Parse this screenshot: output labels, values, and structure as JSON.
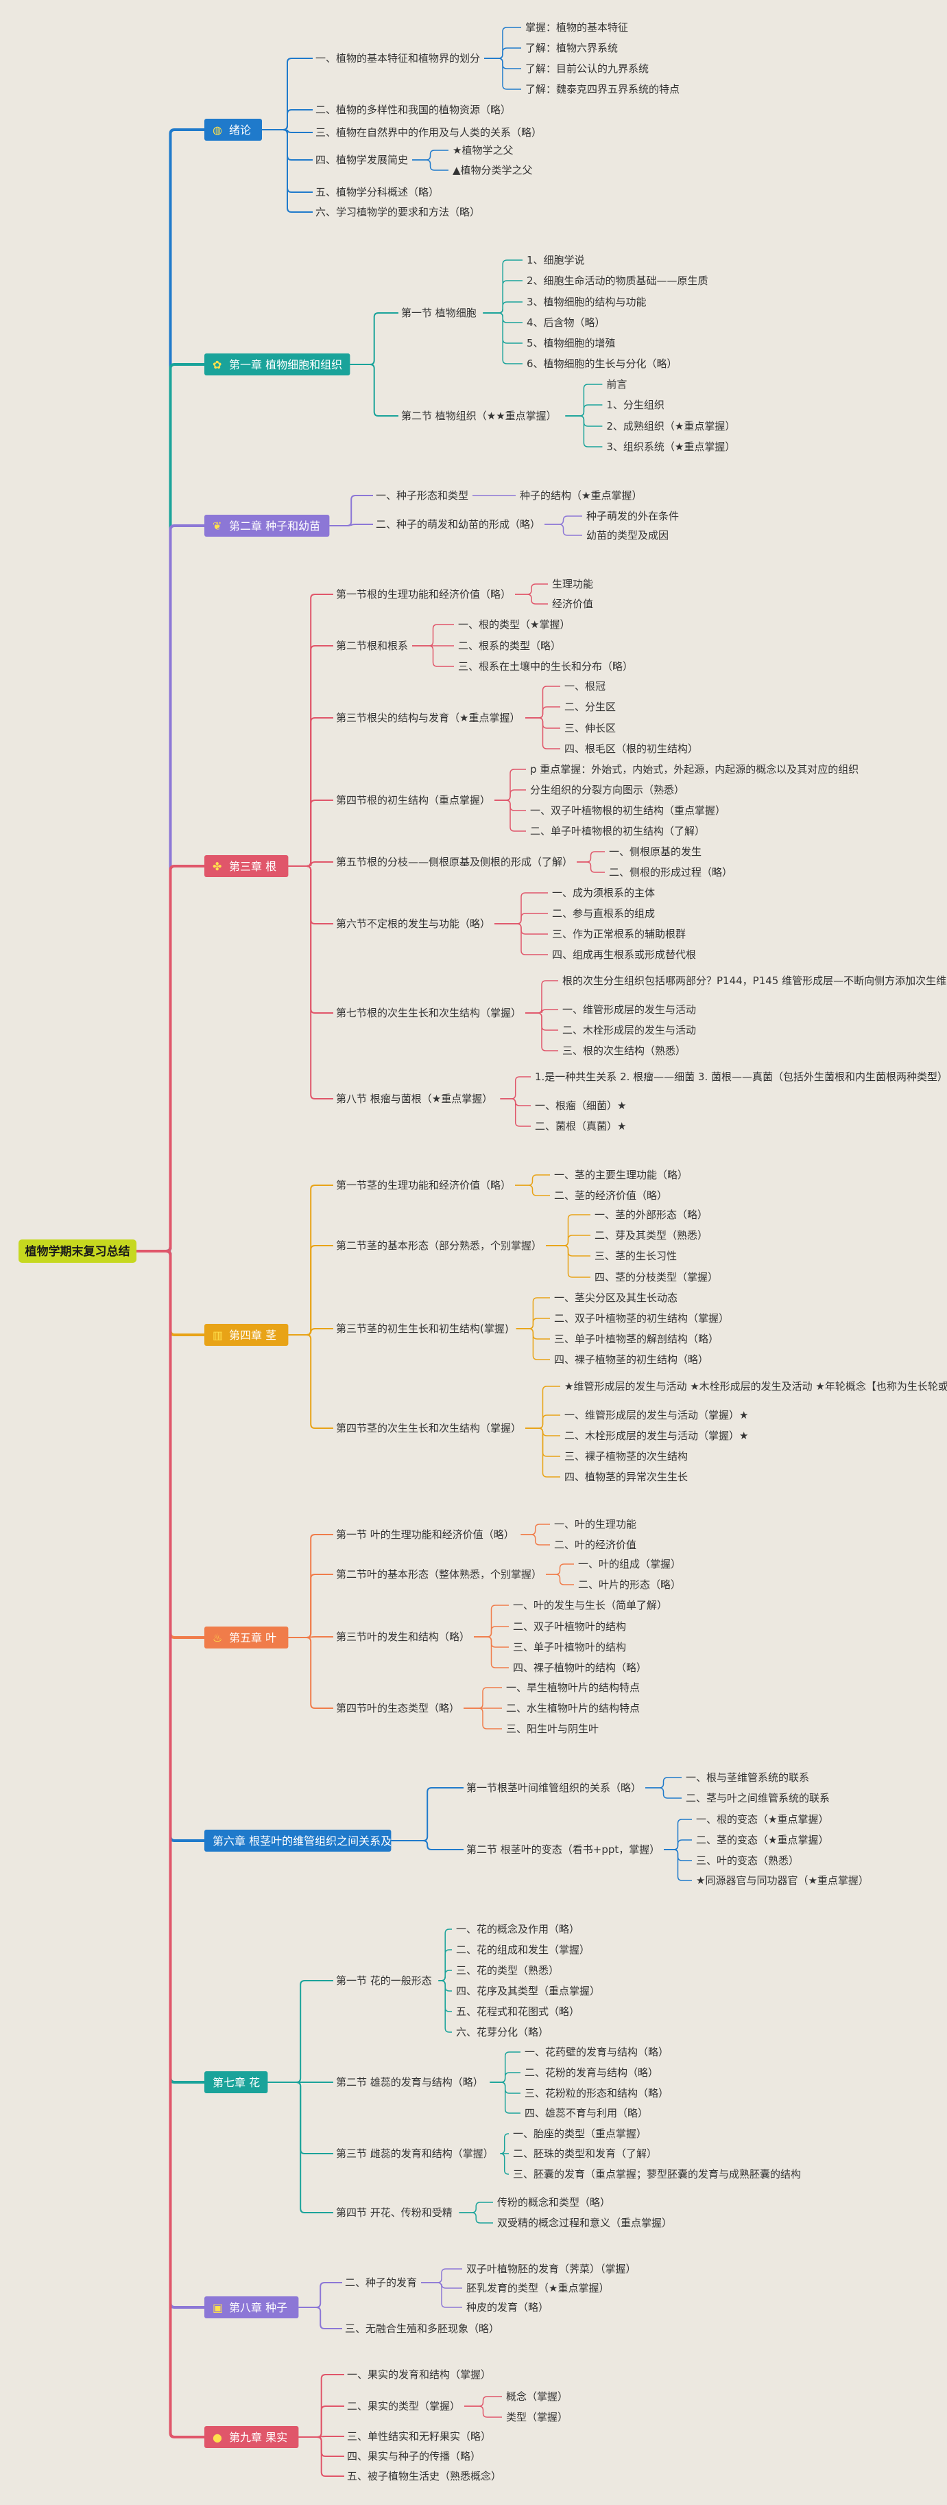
{
  "root": {
    "label": "植物学期末复习总结"
  },
  "chapters": [
    {
      "label": "绪论",
      "color": "#1F7ACB",
      "icon": "globe-icon",
      "children": [
        {
          "label": "一、植物的基本特征和植物界的划分",
          "children": [
            {
              "label": "掌握：植物的基本特征"
            },
            {
              "label": "了解：植物六界系统"
            },
            {
              "label": "了解：目前公认的九界系统"
            },
            {
              "label": "了解：魏泰克四界五界系统的特点"
            }
          ]
        },
        {
          "label": "二、植物的多样性和我国的植物资源（略）"
        },
        {
          "label": "三、植物在自然界中的作用及与人类的关系（略）"
        },
        {
          "label": "四、植物学发展简史",
          "children": [
            {
              "label": "★植物学之父"
            },
            {
              "label": "▲植物分类学之父"
            }
          ]
        },
        {
          "label": "五、植物学分科概述（略）"
        },
        {
          "label": "六、学习植物学的要求和方法（略）"
        }
      ]
    },
    {
      "label": "第一章 植物细胞和组织",
      "color": "#1AA39A",
      "icon": "flower-icon",
      "children": [
        {
          "label": "第一节 植物细胞",
          "children": [
            {
              "label": "1、细胞学说"
            },
            {
              "label": "2、细胞生命活动的物质基础——原生质"
            },
            {
              "label": "3、植物细胞的结构与功能"
            },
            {
              "label": "4、后含物（略）"
            },
            {
              "label": "5、植物细胞的增殖"
            },
            {
              "label": "6、植物细胞的生长与分化（略）"
            }
          ]
        },
        {
          "label": "第二节 植物组织（★★重点掌握）",
          "children": [
            {
              "label": "前言"
            },
            {
              "label": "1、分生组织"
            },
            {
              "label": "2、成熟组织（★重点掌握）"
            },
            {
              "label": "3、组织系统（★重点掌握）"
            }
          ]
        }
      ]
    },
    {
      "label": "第二章 种子和幼苗",
      "color": "#8C77D6",
      "icon": "sprout-icon",
      "children": [
        {
          "label": "一、种子形态和类型",
          "children": [
            {
              "label": "种子的结构（★重点掌握）"
            }
          ]
        },
        {
          "label": "二、种子的萌发和幼苗的形成（略）",
          "children": [
            {
              "label": "种子萌发的外在条件"
            },
            {
              "label": "幼苗的类型及成因"
            }
          ]
        }
      ]
    },
    {
      "label": "第三章 根",
      "color": "#E0566A",
      "icon": "root-icon",
      "children": [
        {
          "label": "第一节根的生理功能和经济价值（略）",
          "children": [
            {
              "label": "生理功能"
            },
            {
              "label": "经济价值"
            }
          ]
        },
        {
          "label": "第二节根和根系",
          "children": [
            {
              "label": "一、根的类型（★掌握）"
            },
            {
              "label": "二、根系的类型（略）"
            },
            {
              "label": "三、根系在土壤中的生长和分布（略）"
            }
          ]
        },
        {
          "label": "第三节根尖的结构与发育（★重点掌握）",
          "children": [
            {
              "label": "一、根冠"
            },
            {
              "label": "二、分生区"
            },
            {
              "label": "三、伸长区"
            },
            {
              "label": "四、根毛区（根的初生结构）"
            }
          ]
        },
        {
          "label": "第四节根的初生结构（重点掌握）",
          "children": [
            {
              "label": "p 重点掌握：外始式，内始式，外起源，内起源的概念以及其对应的组织"
            },
            {
              "label": "分生组织的分裂方向图示（熟悉）"
            },
            {
              "label": "一、双子叶植物根的初生结构（重点掌握）"
            },
            {
              "label": "二、单子叶植物根的初生结构（了解）"
            }
          ]
        },
        {
          "label": "第五节根的分枝——侧根原基及侧根的形成（了解）",
          "children": [
            {
              "label": "一、侧根原基的发生"
            },
            {
              "label": "二、侧根的形成过程（略）"
            }
          ]
        },
        {
          "label": "第六节不定根的发生与功能（略）",
          "children": [
            {
              "label": "一、成为须根系的主体"
            },
            {
              "label": "二、参与直根系的组成"
            },
            {
              "label": "三、作为正常根系的辅助根群"
            },
            {
              "label": "四、组成再生根系或形成替代根"
            }
          ]
        },
        {
          "label": "第七节根的次生生长和次生结构（掌握）",
          "children": [
            {
              "label": "根的次生分生组织包括哪两部分？P144，P145 维管形成层—不断向侧方添加次生维管组织 木栓形成"
            },
            {
              "label": "一、维管形成层的发生与活动"
            },
            {
              "label": "二、木栓形成层的发生与活动"
            },
            {
              "label": "三、根的次生结构（熟悉）"
            }
          ]
        },
        {
          "label": "第八节 根瘤与菌根（★重点掌握）",
          "children": [
            {
              "label": "1.是一种共生关系 2. 根瘤——细菌 3. 菌根——真菌（包括外生菌根和内生菌根两种类型）"
            },
            {
              "label": "一、根瘤（细菌）★"
            },
            {
              "label": "二、菌根（真菌）★"
            }
          ]
        }
      ]
    },
    {
      "label": "第四章 茎",
      "color": "#E8A317",
      "icon": "stem-icon",
      "children": [
        {
          "label": "第一节茎的生理功能和经济价值（略）",
          "children": [
            {
              "label": "一、茎的主要生理功能（略）"
            },
            {
              "label": "二、茎的经济价值（略）"
            }
          ]
        },
        {
          "label": "第二节茎的基本形态（部分熟悉，个别掌握）",
          "children": [
            {
              "label": "一、茎的外部形态（略）"
            },
            {
              "label": "二、芽及其类型（熟悉）"
            },
            {
              "label": "三、茎的生长习性"
            },
            {
              "label": "四、茎的分枝类型（掌握）"
            }
          ]
        },
        {
          "label": "第三节茎的初生生长和初生结构(掌握)",
          "children": [
            {
              "label": "一、茎尖分区及其生长动态"
            },
            {
              "label": "二、双子叶植物茎的初生结构（掌握）"
            },
            {
              "label": "三、单子叶植物茎的解剖结构（略）"
            },
            {
              "label": "四、裸子植物茎的初生结构（略）"
            }
          ]
        },
        {
          "label": "第四节茎的次生生长和次生结构（掌握）",
          "children": [
            {
              "label": "★维管形成层的发生与活动 ★木栓形成层的发生及活动 ★年轮概念【也称为生长轮或生产层，在生长季节内，"
            },
            {
              "label": "一、维管形成层的发生与活动（掌握）★"
            },
            {
              "label": "二、木栓形成层的发生与活动（掌握）★"
            },
            {
              "label": "三、裸子植物茎的次生结构"
            },
            {
              "label": "四、植物茎的异常次生生长"
            }
          ]
        }
      ]
    },
    {
      "label": "第五章 叶",
      "color": "#F07C4A",
      "icon": "fire-icon",
      "children": [
        {
          "label": "第一节 叶的生理功能和经济价值（略）",
          "children": [
            {
              "label": "一、叶的生理功能"
            },
            {
              "label": "二、叶的经济价值"
            }
          ]
        },
        {
          "label": "第二节叶的基本形态（整体熟悉，个别掌握）",
          "children": [
            {
              "label": "一、叶的组成（掌握）"
            },
            {
              "label": "二、叶片的形态（略）"
            }
          ]
        },
        {
          "label": "第三节叶的发生和结构（略）",
          "children": [
            {
              "label": "一、叶的发生与生长（简单了解）"
            },
            {
              "label": "二、双子叶植物叶的结构"
            },
            {
              "label": "三、单子叶植物叶的结构"
            },
            {
              "label": "四、裸子植物叶的结构（略）"
            }
          ]
        },
        {
          "label": "第四节叶的生态类型（略）",
          "children": [
            {
              "label": "一、旱生植物叶片的结构特点"
            },
            {
              "label": "二、水生植物叶片的结构特点"
            },
            {
              "label": "三、阳生叶与阴生叶"
            }
          ]
        }
      ]
    },
    {
      "label": "第六章 根茎叶的维管组织之间关系及",
      "color": "#1F7ACB",
      "icon": "",
      "children": [
        {
          "label": "第一节根茎叶间维管组织的关系（略）",
          "children": [
            {
              "label": "一、根与茎维管系统的联系"
            },
            {
              "label": "二、茎与叶之间维管系统的联系"
            }
          ]
        },
        {
          "label": "第二节 根茎叶的变态（看书+ppt，掌握）",
          "children": [
            {
              "label": "一、根的变态（★重点掌握）"
            },
            {
              "label": "二、茎的变态（★重点掌握）"
            },
            {
              "label": "三、叶的变态（熟悉）"
            },
            {
              "label": "★同源器官与同功器官（★重点掌握）"
            }
          ]
        }
      ]
    },
    {
      "label": "第七章 花",
      "color": "#1AA39A",
      "icon": "",
      "children": [
        {
          "label": "第一节 花的一般形态",
          "children": [
            {
              "label": "一、花的概念及作用（略）"
            },
            {
              "label": "二、花的组成和发生（掌握）"
            },
            {
              "label": "三、花的类型（熟悉）"
            },
            {
              "label": "四、花序及其类型（重点掌握）"
            },
            {
              "label": "五、花程式和花图式（略）"
            },
            {
              "label": "六、花芽分化（略）"
            }
          ]
        },
        {
          "label": "第二节 雄蕊的发育与结构（略）",
          "children": [
            {
              "label": "一、花药壁的发育与结构（略）"
            },
            {
              "label": "二、花粉的发育与结构（略）"
            },
            {
              "label": "三、花粉粒的形态和结构（略）"
            },
            {
              "label": "四、雄蕊不育与利用（略）"
            }
          ]
        },
        {
          "label": "第三节 雌蕊的发育和结构（掌握）",
          "children": [
            {
              "label": "一、胎座的类型（重点掌握）"
            },
            {
              "label": "二、胚珠的类型和发育（了解）"
            },
            {
              "label": "三、胚囊的发育（重点掌握；蓼型胚囊的发育与成熟胚囊的结构"
            }
          ]
        },
        {
          "label": "第四节 开花、传粉和受精",
          "children": [
            {
              "label": "传粉的概念和类型（略）"
            },
            {
              "label": "双受精的概念过程和意义（重点掌握）"
            }
          ]
        }
      ]
    },
    {
      "label": "第八章 种子",
      "color": "#8C77D6",
      "icon": "seed-icon",
      "children": [
        {
          "label": "二、种子的发育",
          "children": [
            {
              "label": "双子叶植物胚的发育（荠菜）（掌握）"
            },
            {
              "label": "胚乳发育的类型（★重点掌握）"
            },
            {
              "label": "种皮的发育（略）"
            }
          ]
        },
        {
          "label": "三、无融合生殖和多胚现象（略）"
        }
      ]
    },
    {
      "label": "第九章 果实",
      "color": "#E0566A",
      "icon": "fruit-icon",
      "children": [
        {
          "label": "一、果实的发育和结构（掌握）"
        },
        {
          "label": "二、果实的类型（掌握）",
          "children": [
            {
              "label": "概念（掌握）"
            },
            {
              "label": "类型（掌握）"
            }
          ]
        },
        {
          "label": "三、单性结实和无籽果实（略）"
        },
        {
          "label": "四、果实与种子的传播（略）"
        },
        {
          "label": "五、被子植物生活史（熟悉概念）"
        }
      ]
    }
  ]
}
